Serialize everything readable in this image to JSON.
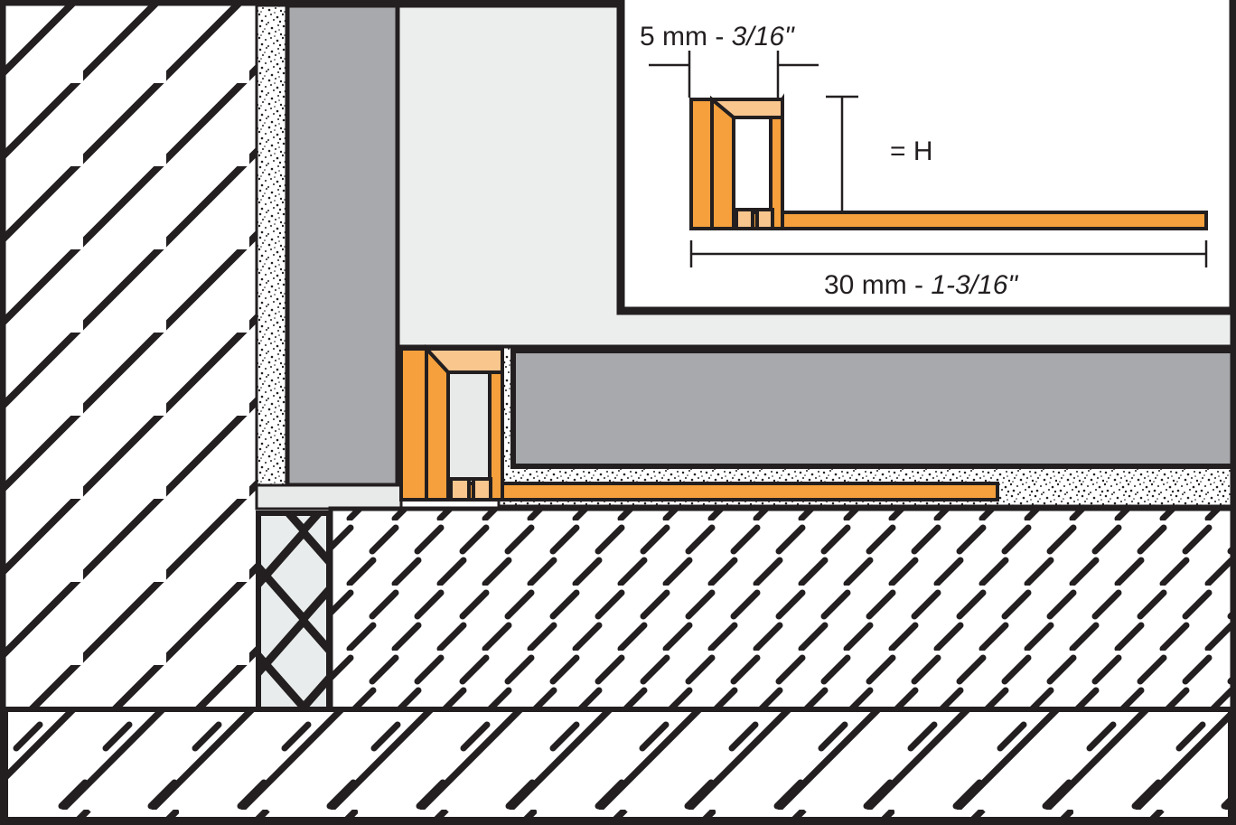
{
  "diagram": {
    "title": "Tile edge trim profile — wall/floor inside corner section",
    "type": "technical-cross-section",
    "colors": {
      "profile_orange": "#F5A03C",
      "profile_orange_light": "#F9C68E",
      "tile_gray": "#A7A9AC",
      "mortar_light": "#E8EAEA",
      "line_black": "#231f20",
      "white": "#FFFFFF",
      "insulation_fill": "#E9ECEC"
    },
    "layers": [
      {
        "name": "wall-substrate",
        "hatch": "diagonal-solid-45"
      },
      {
        "name": "wall-thinset-mortar",
        "hatch": "stipple"
      },
      {
        "name": "wall-tile",
        "fill": "tile_gray"
      },
      {
        "name": "floor-tile",
        "fill": "tile_gray"
      },
      {
        "name": "floor-thinset-mortar",
        "hatch": "stipple"
      },
      {
        "name": "concrete-slab",
        "hatch": "dash-diagonal"
      },
      {
        "name": "reinforced-slab",
        "hatch": "dash-and-line-diagonal"
      },
      {
        "name": "perimeter-joint-insulation",
        "hatch": "crisscross"
      },
      {
        "name": "schluter-profile",
        "fill": "profile_orange"
      }
    ]
  },
  "inset": {
    "name": "profile-dimension-detail",
    "width_label_mm": "5 mm - ",
    "width_label_in": "3/16\"",
    "length_label_mm": "30 mm - ",
    "length_label_in": "1-3/16\"",
    "height_label": "= H",
    "dimensions": {
      "width_mm": 5,
      "width_inch": "3/16",
      "base_length_mm": 30,
      "base_length_inch": "1-3/16",
      "height": "H (variable)"
    }
  }
}
